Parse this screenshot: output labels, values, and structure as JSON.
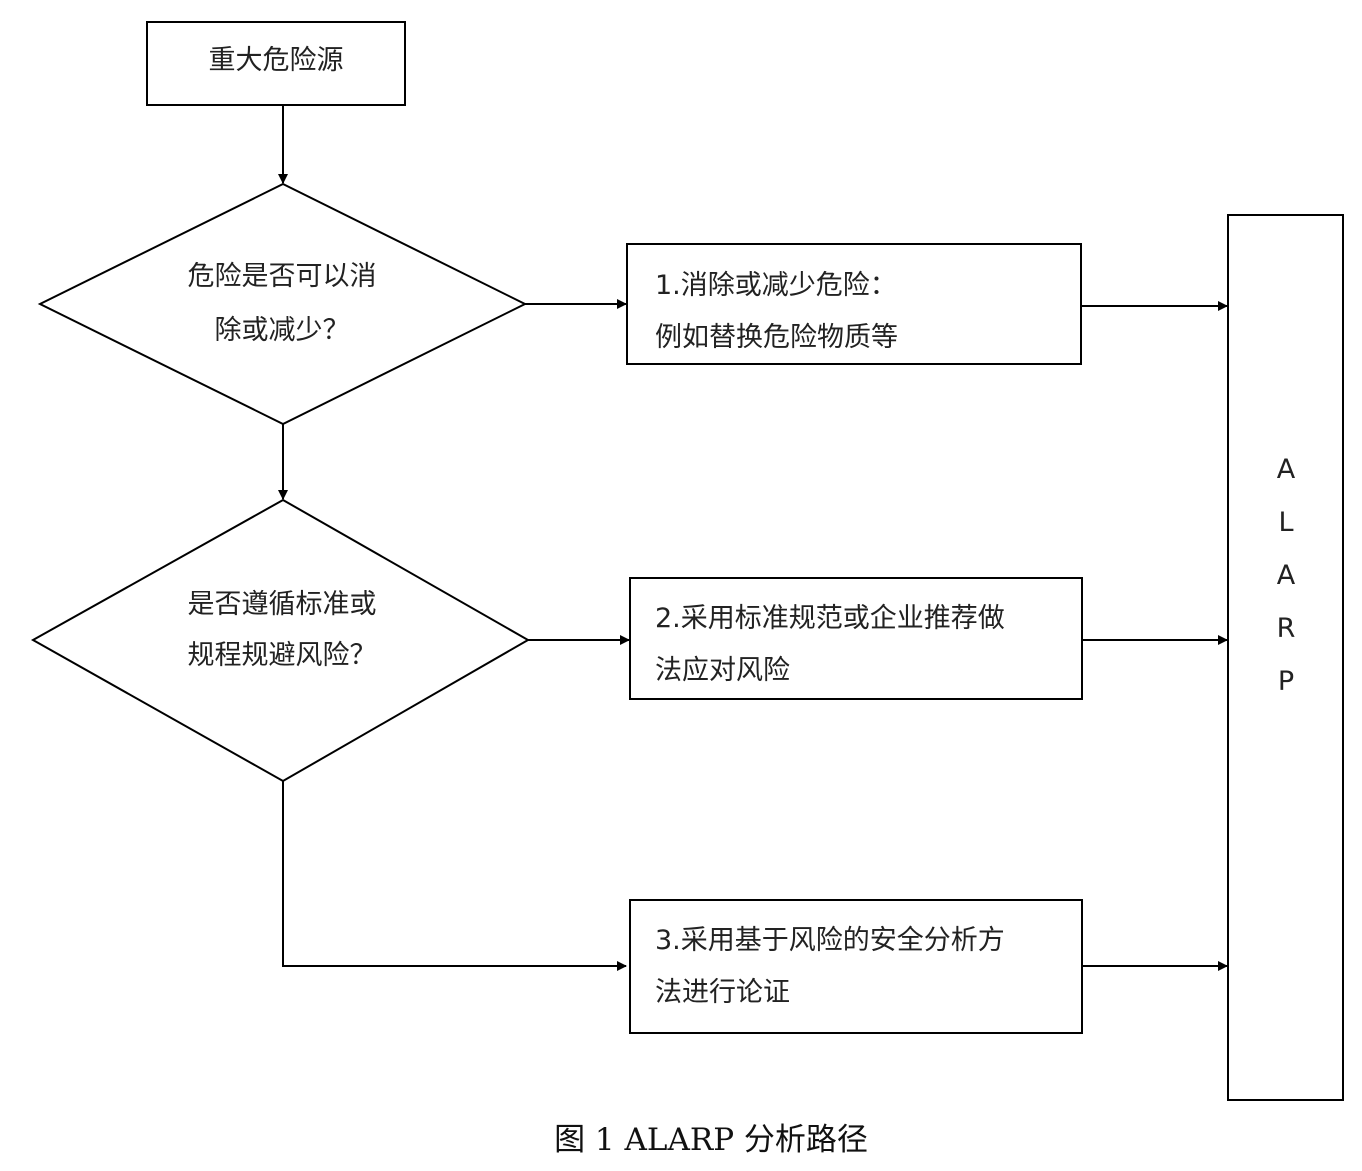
{
  "nodes": {
    "start": {
      "label": "重大危险源"
    },
    "decision1": {
      "line1": "危险是否可以消",
      "line2": "除或减少？"
    },
    "decision2": {
      "line1": "是否遵循标准或",
      "line2": "规程规避风险？"
    },
    "box1": {
      "line1": "1.消除或减少危险：",
      "line2": "例如替换危险物质等"
    },
    "box2": {
      "line1": "2.采用标准规范或企业推荐做",
      "line2": "法应对风险"
    },
    "box3": {
      "line1": "3.采用基于风险的安全分析方",
      "line2": "法进行论证"
    },
    "alarp": {
      "letters": [
        "A",
        "L",
        "A",
        "R",
        "P"
      ]
    }
  },
  "caption": "图 1  ALARP 分析路径",
  "colors": {
    "stroke": "#000000",
    "text": "#222222",
    "background": "#ffffff"
  }
}
